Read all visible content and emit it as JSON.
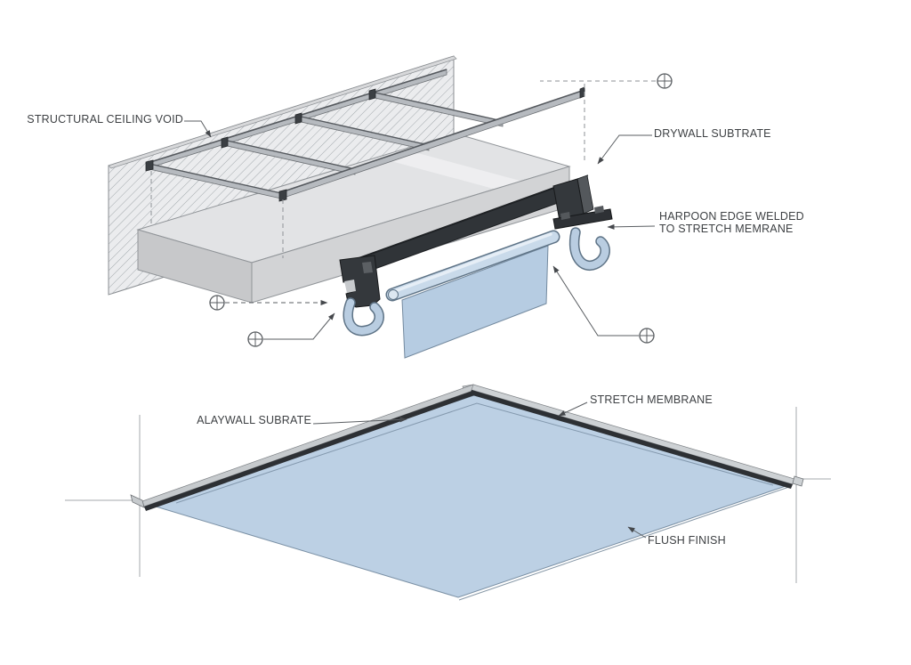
{
  "diagram": {
    "top_view": {
      "labels": {
        "structural_ceiling_void": "STRUCTURAL CEILING VOID",
        "drywall_substrate": "DRYWALL SUBTRATE",
        "harpoon_edge": "HARPOON EDGE WELDED\nTO STRETCH MEMRANE"
      },
      "markers": {
        "glyph": "⊕",
        "name": "registration-marker",
        "count": 4
      }
    },
    "bottom_view": {
      "labels": {
        "alaywall_substrate": "ALAYWALL SUBRATE",
        "stretch_membrane": "STRETCH MEMBRANE",
        "flush_finish": "FLUSH FINISH"
      }
    },
    "colors": {
      "membrane_blue": "#bcd0e4",
      "hook_blue": "#b9cde1",
      "track_dark": "#303438",
      "slab_gray": "#e2e3e5",
      "rail_gray": "#b6babf",
      "hatch_line": "#9aa0a5",
      "leader_line": "#5a5e62",
      "label_text": "#3e4144"
    }
  }
}
